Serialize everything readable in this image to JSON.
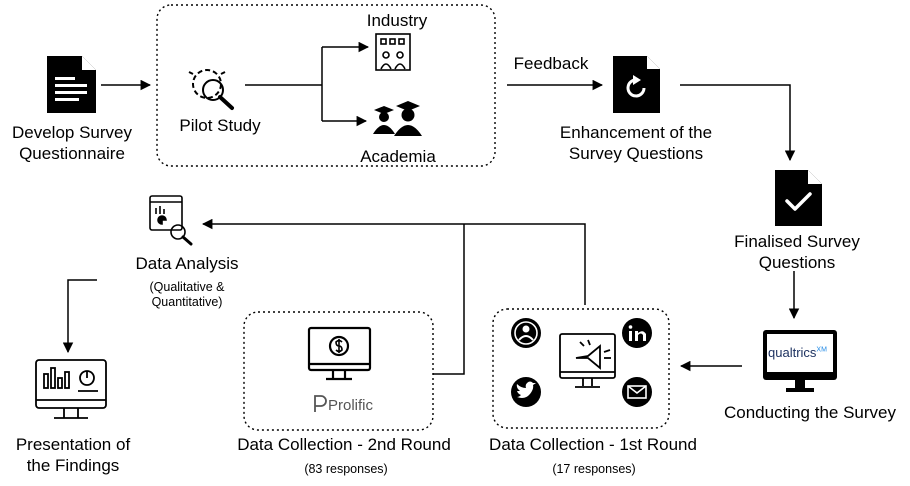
{
  "nodes": {
    "develop_survey": {
      "line1": "Develop Survey",
      "line2": "Questionnaire",
      "icon": "document-form-icon"
    },
    "pilot_study": {
      "label": "Pilot Study",
      "icon": "gear-magnifier-icon"
    },
    "industry": {
      "label": "Industry",
      "icon": "building-icon"
    },
    "academia": {
      "label": "Academia",
      "icon": "graduates-icon"
    },
    "feedback": {
      "label": "Feedback"
    },
    "enhancement": {
      "line1": "Enhancement of the",
      "line2": "Survey Questions",
      "icon": "document-refresh-icon"
    },
    "finalised": {
      "line1": "Finalised Survey",
      "line2": "Questions",
      "icon": "document-check-icon"
    },
    "conducting": {
      "label": "Conducting the Survey",
      "icon": "monitor-qualtrics-icon",
      "brand": "qualtrics",
      "brand_mark": "XM"
    },
    "first_round": {
      "label": "Data Collection - 1st Round",
      "note": "(17 responses)",
      "icon": "monitor-megaphone-icon"
    },
    "second_round": {
      "label": "Data Collection - 2nd Round",
      "note": "(83 responses)",
      "icon": "monitor-dollar-icon",
      "brand": "Prolific"
    },
    "analysis": {
      "label": "Data Analysis",
      "note1": "(Qualitative &",
      "note2": "Quantitative)",
      "icon": "analysis-magnifier-icon"
    },
    "presentation": {
      "line1": "Presentation of",
      "line2": "the Findings",
      "icon": "monitor-dashboard-icon"
    }
  },
  "social_icons": [
    "person-icon",
    "linkedin-icon",
    "twitter-icon",
    "mail-icon"
  ],
  "colors": {
    "ink": "#000000",
    "qualtrics_text": "#1a2f5e",
    "qualtrics_mark": "#1e88e5",
    "prolific": "#555555"
  }
}
